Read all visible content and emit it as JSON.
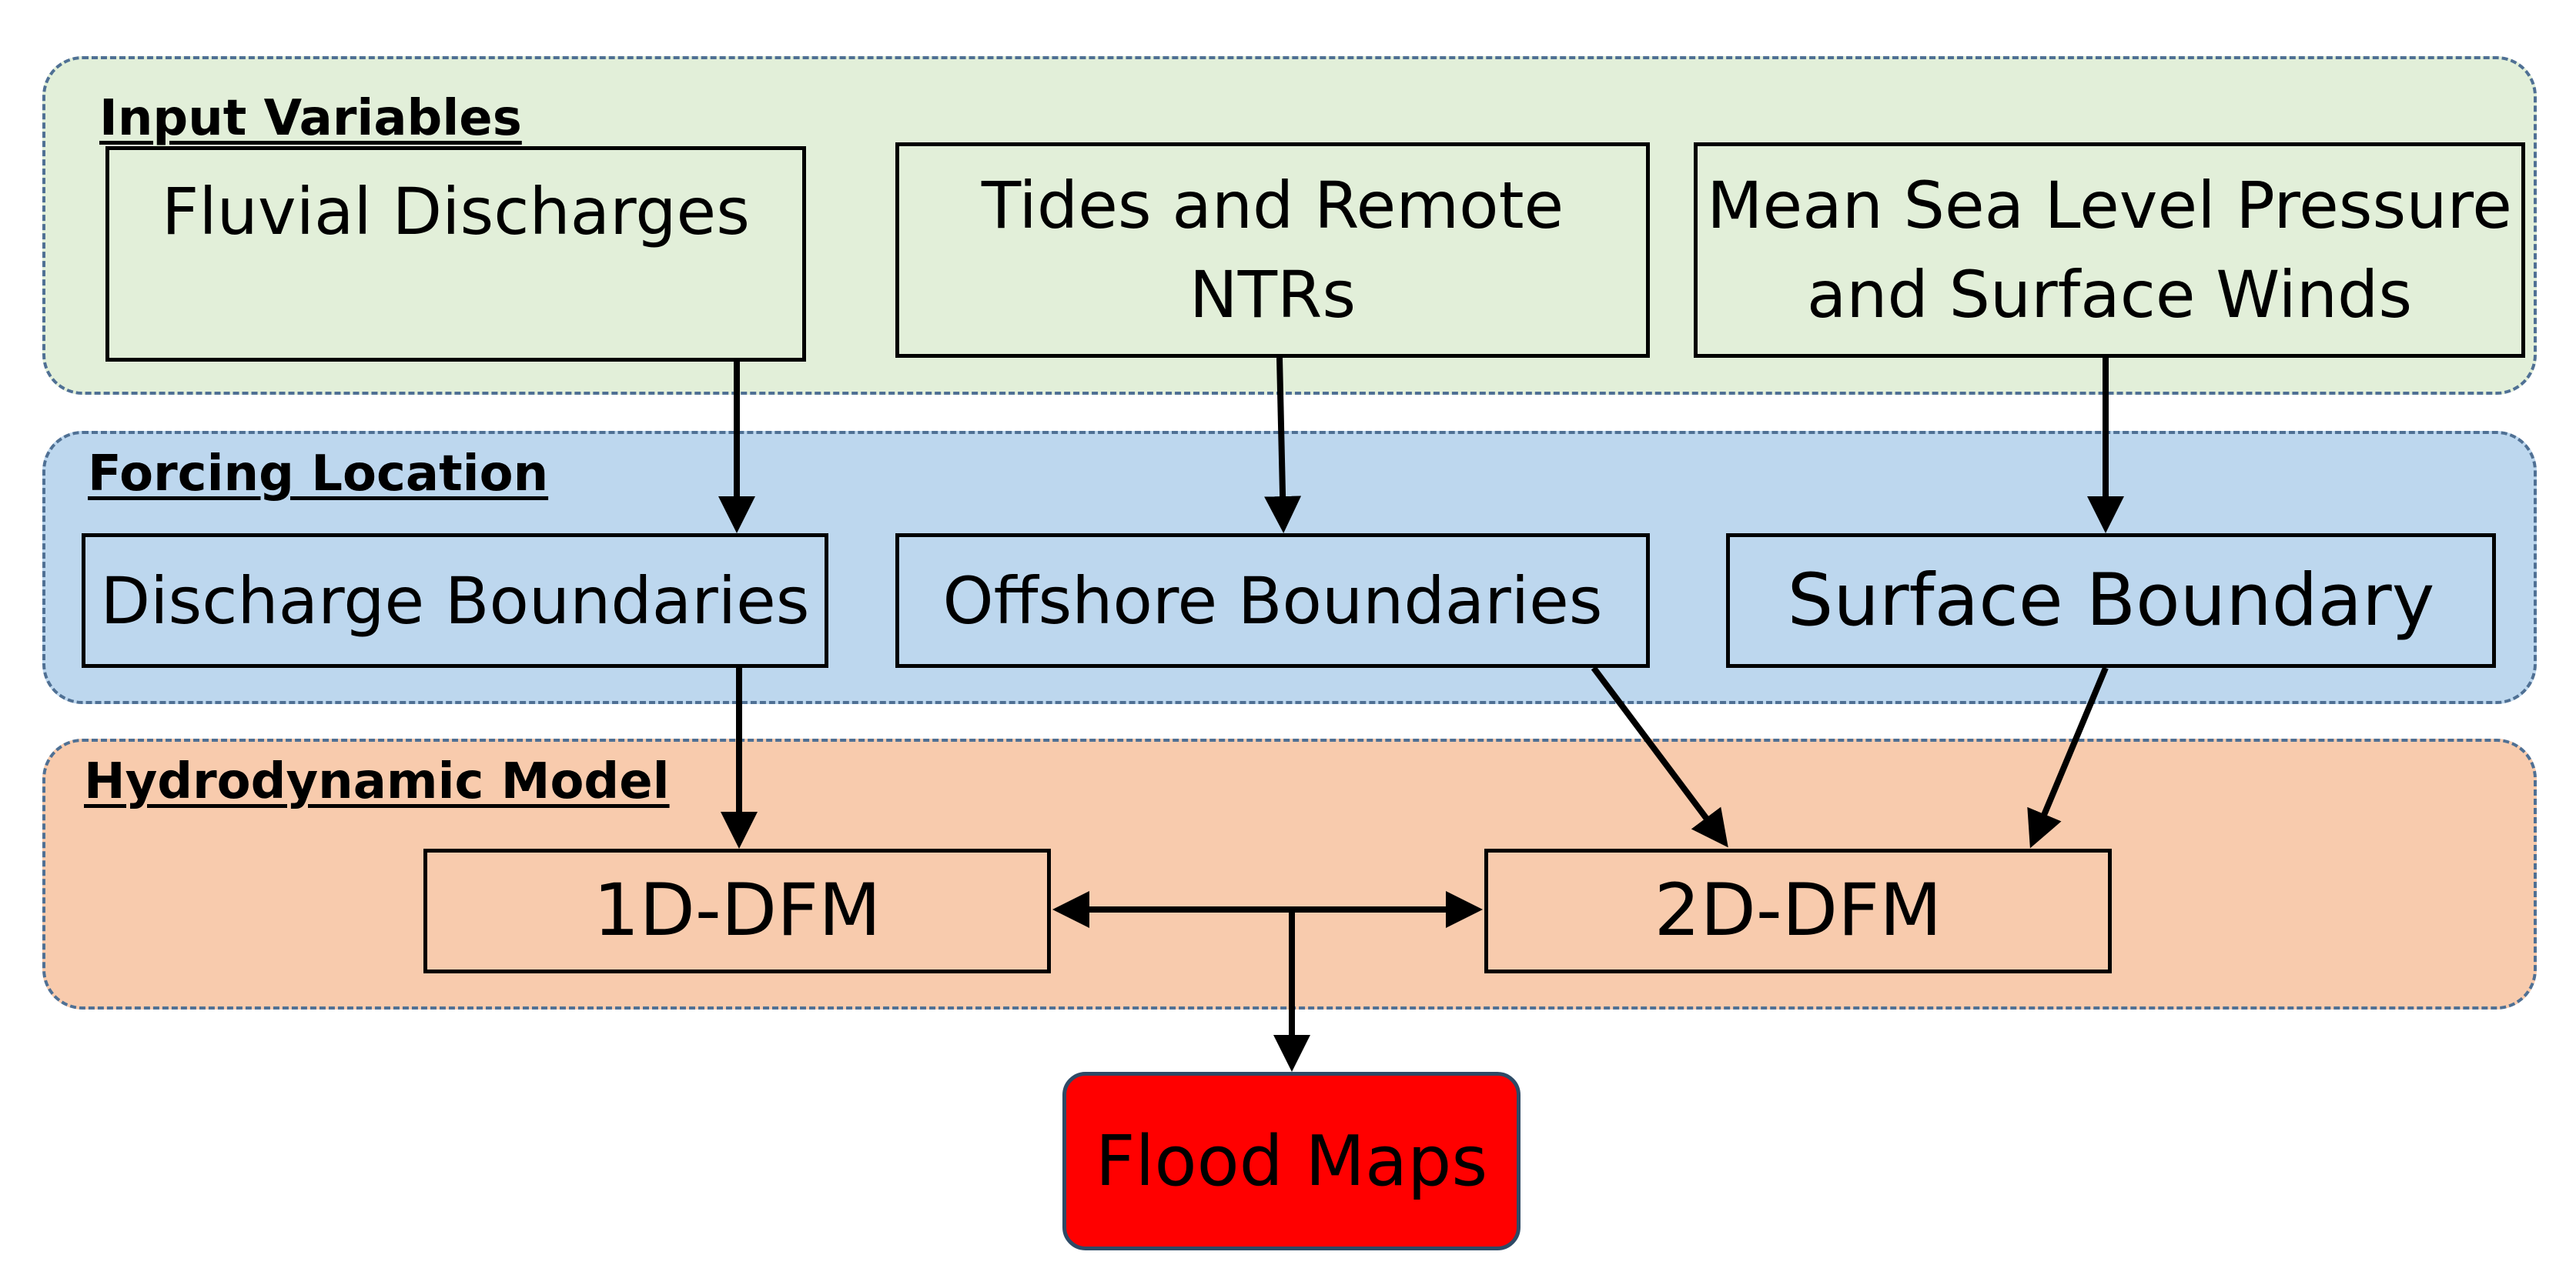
{
  "sections": {
    "input": {
      "title": "Input Variables",
      "color": "#e2efd9"
    },
    "forcing": {
      "title": "Forcing Location",
      "color": "#bdd7ee"
    },
    "hydro": {
      "title": "Hydrodynamic Model",
      "color": "#f8cbad"
    }
  },
  "nodes": {
    "fluvial": "Fluvial Discharges",
    "tides": "Tides and Remote\nNTRs",
    "mslp": "Mean Sea Level Pressure\nand Surface Winds",
    "discharge_boundaries": "Discharge Boundaries",
    "offshore_boundaries": "Offshore Boundaries",
    "surface_boundary": "Surface Boundary",
    "model_1d": "1D-DFM",
    "model_2d": "2D-DFM",
    "flood_maps": "Flood Maps"
  },
  "output_color": "#ff0000"
}
